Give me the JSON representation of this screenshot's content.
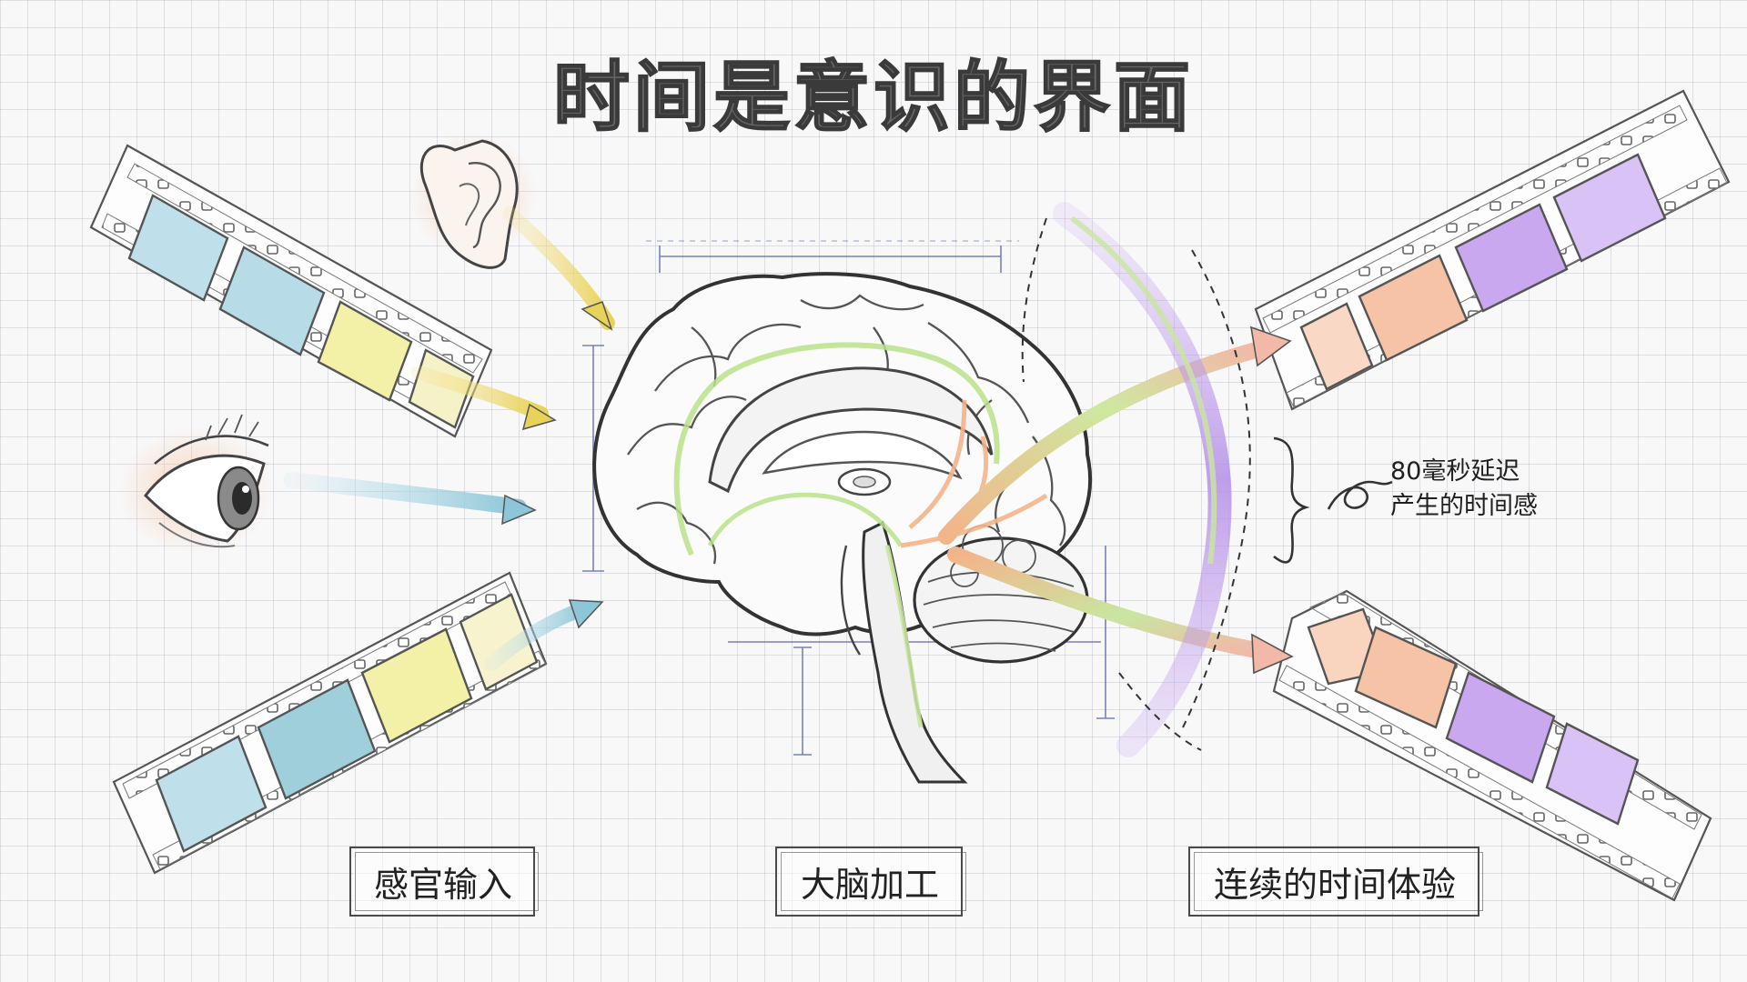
{
  "title": "时间是意识的界面",
  "labels": {
    "sensory_input": "感官输入",
    "brain_processing": "大脑加工",
    "continuous_experience": "连续的时间体验"
  },
  "delay_note": {
    "line1": "80毫秒延迟",
    "line2": "产生的时间感"
  },
  "colors": {
    "frame_blue": "#bfe0ea",
    "frame_yellow": "#f3f0a8",
    "frame_orange": "#f6c3a6",
    "frame_purple": "#c9a8f0",
    "pathway_green": "#b9e28a",
    "pathway_orange": "#f3b48a",
    "band_purple": "#b68ee6"
  },
  "icons": [
    "ear-icon",
    "eye-icon",
    "brain-illustration",
    "film-strip-icon",
    "arrow-icon"
  ]
}
